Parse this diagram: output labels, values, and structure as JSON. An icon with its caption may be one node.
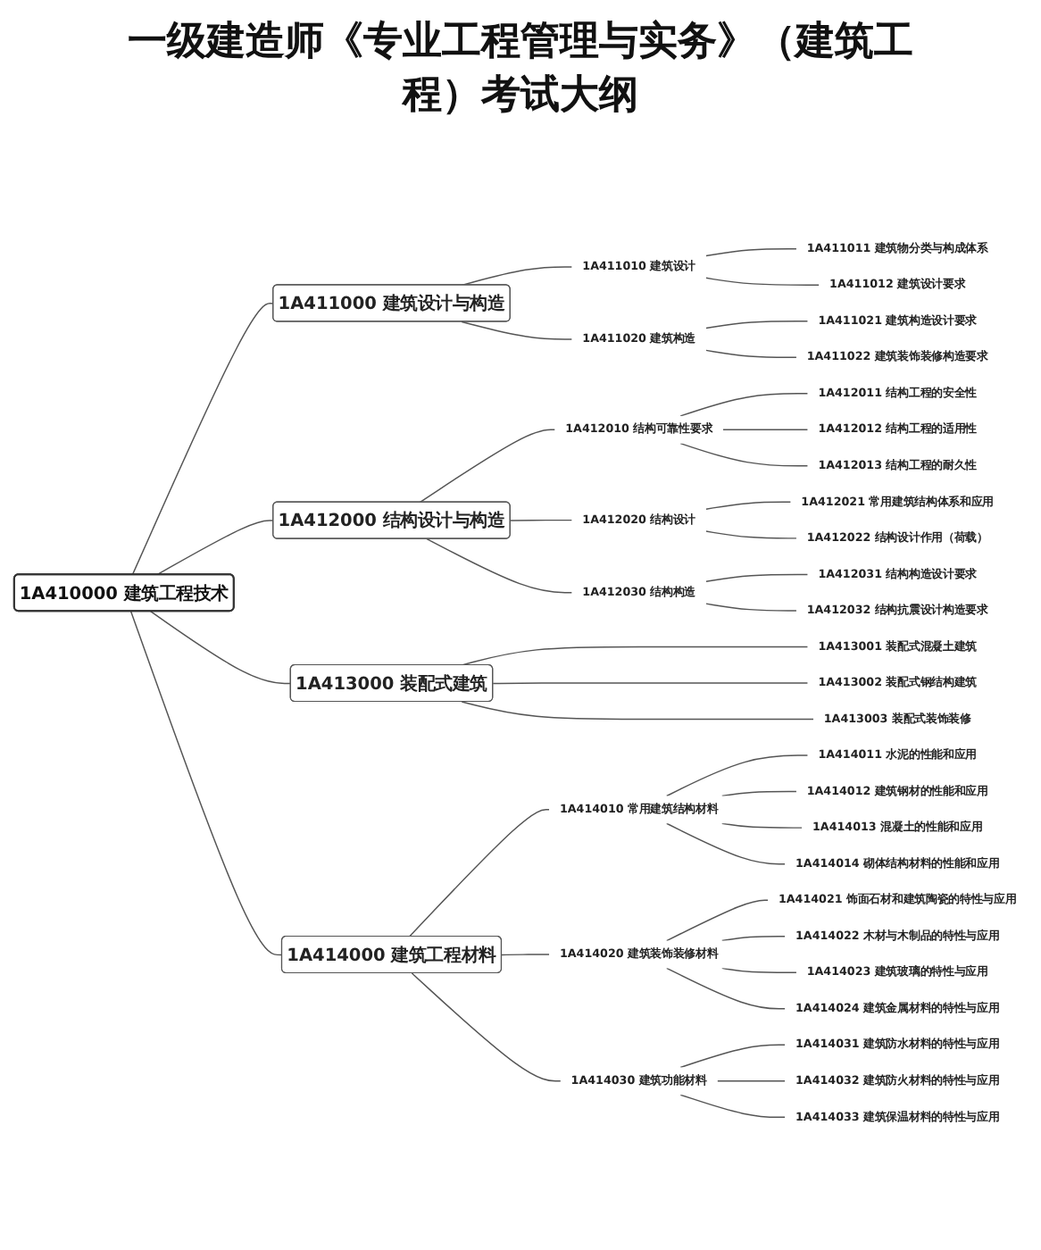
{
  "diagram": {
    "title": "一级建造师《专业工程管理与实务》（建筑工程）考试大纲",
    "nodes": [
      {
        "text": [
          "1A410000 建筑工程技术"
        ]
      },
      {
        "text": [
          "1A411000 建筑设计与构造"
        ]
      },
      {
        "text": [
          "1A411010 建筑设计"
        ]
      },
      {
        "text": [
          "1A411011 建筑物分类与构成体系"
        ]
      },
      {
        "text": [
          "1A411012 建筑设计要求"
        ]
      },
      {
        "text": [
          "1A411020 建筑构造"
        ]
      },
      {
        "text": [
          "1A411021 建筑构造设计要求"
        ]
      },
      {
        "text": [
          "1A411022 建筑装饰装修构造要求"
        ]
      },
      {
        "text": [
          "1A412000 结构设计与构造"
        ]
      },
      {
        "text": [
          "1A412010 结构可靠性要求"
        ]
      },
      {
        "text": [
          "1A412011 结构工程的安全性"
        ]
      },
      {
        "text": [
          "1A412012 结构工程的适用性"
        ]
      },
      {
        "text": [
          "1A412013 结构工程的耐久性"
        ]
      },
      {
        "text": [
          "1A412020 结构设计"
        ]
      },
      {
        "text": [
          "1A412021 常用建筑结构体系和应用"
        ]
      },
      {
        "text": [
          "1A412022 结构设计作用（荷载）"
        ]
      },
      {
        "text": [
          "1A412030 结构构造"
        ]
      },
      {
        "text": [
          "1A412031 结构构造设计要求"
        ]
      },
      {
        "text": [
          "1A412032 结构抗震设计构造要求"
        ]
      },
      {
        "text": [
          "1A413000 装配式建筑"
        ]
      },
      {
        "text": [
          "1A413001 装配式混凝土建筑"
        ]
      },
      {
        "text": [
          "1A413002 装配式钢结构建筑"
        ]
      },
      {
        "text": [
          "1A413003 装配式装饰装修"
        ]
      },
      {
        "text": [
          "1A414000 建筑工程材料"
        ]
      },
      {
        "text": [
          "1A414010 常用建筑结构材料"
        ]
      },
      {
        "text": [
          "1A414011 水泥的性能和应用"
        ]
      },
      {
        "text": [
          "1A414012 建筑钢材的性能和应用"
        ]
      },
      {
        "text": [
          "1A414013 混凝土的性能和应用"
        ]
      },
      {
        "text": [
          "1A414014 砌体结构材料的性能和应用"
        ]
      },
      {
        "text": [
          "1A414020 建筑装饰装修材料"
        ]
      },
      {
        "text": [
          "1A414021 饰面石材和建筑陶瓷的特性与应用"
        ]
      },
      {
        "text": [
          "1A414022 木材与木制品的特性与应用"
        ]
      },
      {
        "text": [
          "1A414023 建筑玻璃的特性与应用"
        ]
      },
      {
        "text": [
          "1A414024 建筑金属材料的特性与应用"
        ]
      },
      {
        "text": [
          "1A414030 建筑功能材料"
        ]
      },
      {
        "text": [
          "1A414031 建筑防水材料的特性与应用"
        ]
      },
      {
        "text": [
          "1A414032 建筑防火材料的特性与应用"
        ]
      },
      {
        "text": [
          "1A414033 建筑保温材料的特性与应用"
        ]
      }
    ],
    "edges": [
      {
        "from": 0,
        "to": 1,
        "arrow": "none"
      },
      {
        "from": 1,
        "to": 2,
        "arrow": "none"
      },
      {
        "from": 2,
        "to": 3,
        "arrow": "none"
      },
      {
        "from": 2,
        "to": 4,
        "arrow": "none"
      },
      {
        "from": 1,
        "to": 5,
        "arrow": "none"
      },
      {
        "from": 5,
        "to": 6,
        "arrow": "none"
      },
      {
        "from": 5,
        "to": 7,
        "arrow": "none"
      },
      {
        "from": 0,
        "to": 8,
        "arrow": "none"
      },
      {
        "from": 8,
        "to": 9,
        "arrow": "none"
      },
      {
        "from": 9,
        "to": 10,
        "arrow": "none"
      },
      {
        "from": 9,
        "to": 11,
        "arrow": "none"
      },
      {
        "from": 9,
        "to": 12,
        "arrow": "none"
      },
      {
        "from": 8,
        "to": 13,
        "arrow": "none"
      },
      {
        "from": 13,
        "to": 14,
        "arrow": "none"
      },
      {
        "from": 13,
        "to": 15,
        "arrow": "none"
      },
      {
        "from": 8,
        "to": 16,
        "arrow": "none"
      },
      {
        "from": 16,
        "to": 17,
        "arrow": "none"
      },
      {
        "from": 16,
        "to": 18,
        "arrow": "none"
      },
      {
        "from": 0,
        "to": 19,
        "arrow": "none"
      },
      {
        "from": 19,
        "to": 20,
        "arrow": "none"
      },
      {
        "from": 19,
        "to": 21,
        "arrow": "none"
      },
      {
        "from": 19,
        "to": 22,
        "arrow": "none"
      },
      {
        "from": 0,
        "to": 23,
        "arrow": "none"
      },
      {
        "from": 23,
        "to": 24,
        "arrow": "none"
      },
      {
        "from": 24,
        "to": 25,
        "arrow": "none"
      },
      {
        "from": 24,
        "to": 26,
        "arrow": "none"
      },
      {
        "from": 24,
        "to": 27,
        "arrow": "none"
      },
      {
        "from": 24,
        "to": 28,
        "arrow": "none"
      },
      {
        "from": 23,
        "to": 29,
        "arrow": "none"
      },
      {
        "from": 29,
        "to": 30,
        "arrow": "none"
      },
      {
        "from": 29,
        "to": 31,
        "arrow": "none"
      },
      {
        "from": 29,
        "to": 32,
        "arrow": "none"
      },
      {
        "from": 29,
        "to": 33,
        "arrow": "none"
      },
      {
        "from": 23,
        "to": 34,
        "arrow": "none"
      },
      {
        "from": 34,
        "to": 35,
        "arrow": "none"
      },
      {
        "from": 34,
        "to": 36,
        "arrow": "none"
      },
      {
        "from": 34,
        "to": 37,
        "arrow": "none"
      }
    ]
  }
}
